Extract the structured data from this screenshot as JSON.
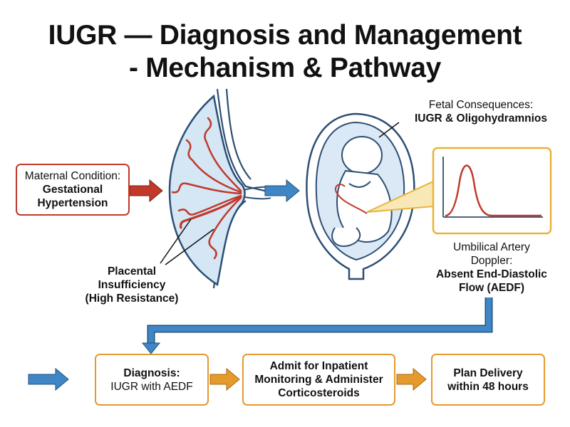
{
  "title": {
    "line1": "IUGR — Diagnosis and Management",
    "line2": "- Mechanism & Pathway"
  },
  "maternal": {
    "label": "Maternal Condition:",
    "value_line1": "Gestational",
    "value_line2": "Hypertension"
  },
  "placenta": {
    "line1": "Placental",
    "line2": "Insufficiency",
    "line3": "(High Resistance)"
  },
  "fetal": {
    "label": "Fetal Consequences:",
    "value": "IUGR & Oligohydramnios"
  },
  "doppler": {
    "label_line1": "Umbilical Artery",
    "label_line2": "Doppler:",
    "value_line1": "Absent End-Diastolic",
    "value_line2": "Flow (AEDF)"
  },
  "steps": {
    "diagnosis": {
      "line1": "Diagnosis:",
      "line2": "IUGR with AEDF"
    },
    "admit": {
      "line1": "Admit for Inpatient",
      "line2": "Monitoring & Administer",
      "line3": "Corticosteroids"
    },
    "delivery": {
      "line1": "Plan Delivery",
      "line2": "within 48 hours"
    }
  },
  "colors": {
    "red": "#c0392b",
    "orange": "#e59a2c",
    "blue": "#3f86c6",
    "yellow": "#e8b33a",
    "placenta_fill": "#d5e6f5",
    "outline": "#2d4f73"
  },
  "icons": [
    "placenta-illustration",
    "fetus-in-uterus-illustration",
    "doppler-waveform-chart"
  ]
}
